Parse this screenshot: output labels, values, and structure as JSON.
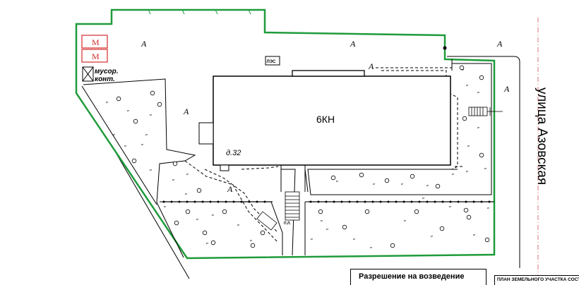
{
  "map": {
    "building_label": "6КН",
    "building_number": "д.32",
    "street_name": "улица Азовская",
    "zone_letter": "А",
    "metro_sign": "М",
    "trash_label_line1": "мусор.",
    "trash_label_line2": "конт.",
    "small_building_label": "ЛЭС",
    "stair_label": "П.Л."
  },
  "footer": {
    "permit_title": "Разрешение на возведение",
    "plan_title": "ПЛАН ЗЕМЕЛЬНОГО УЧАСТКА СОСТАВ"
  },
  "colors": {
    "boundary": "#1f9b3a",
    "lines": "#000000",
    "metro_red": "#d52b2b",
    "street_dash": "#d9767a"
  }
}
